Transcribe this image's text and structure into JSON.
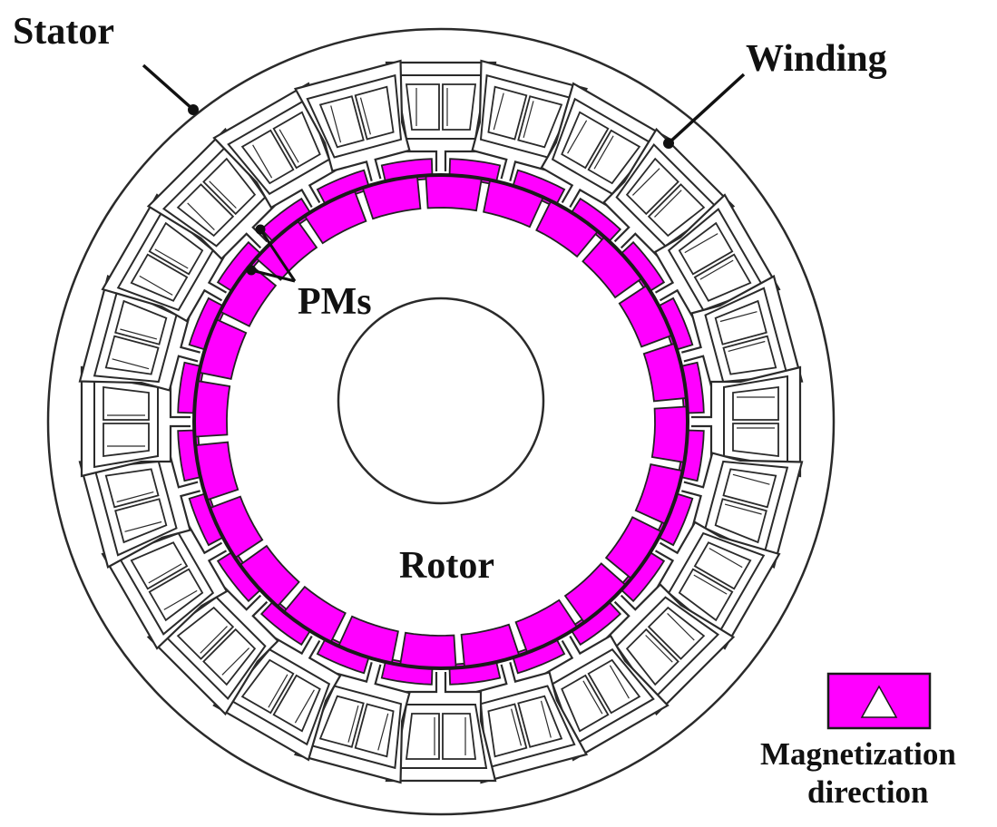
{
  "labels": {
    "stator": "Stator",
    "winding": "Winding",
    "pms": "PMs",
    "rotor": "Rotor",
    "legend_line1": "Magnetization",
    "legend_line2": "direction"
  },
  "structure": {
    "stator_slots": 24,
    "rotor_surface_magnets": 24,
    "stator_tooth_magnets": 24,
    "coil_bars_per_slot": 2
  },
  "colors": {
    "magnet_fill": "#ff00ff",
    "line": "#2a2a2a",
    "background": "#ffffff",
    "arrow_fill": "#ffffff"
  },
  "icons": {
    "legend_arrow": "triangle-up-icon"
  }
}
